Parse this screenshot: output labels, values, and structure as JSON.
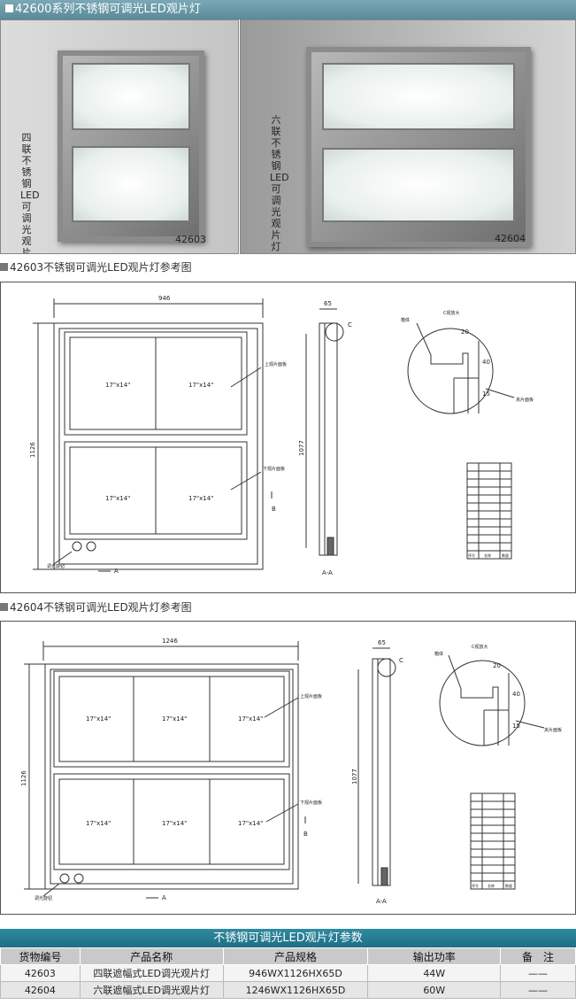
{
  "header": {
    "title": "42600系列不锈钢可调光LED观片灯"
  },
  "photos": [
    {
      "model": "42603",
      "caption": "四联不锈钢LED可调光观片灯"
    },
    {
      "model": "42604",
      "caption": "六联不锈钢LED可调光观片灯"
    }
  ],
  "drawings": [
    {
      "title": "42603不锈钢可调光LED观片灯参考图",
      "width_dim": "946",
      "height_dim": "1126",
      "depth_dim": "65",
      "inner_height_dim": "1077",
      "film_size": "17\"x14\"",
      "section_label": "A-A",
      "view_a": "A",
      "view_b": "B",
      "detail_c": "C",
      "detail_dim_top": "20",
      "detail_dim_mid": "40",
      "detail_dim_low": "15",
      "label_upper_panel": "上观片面板",
      "label_lower_panel": "下观片面板",
      "label_dimmer": "调光旋钮",
      "label_housing": "箱体",
      "label_detail": "C视放大",
      "label_film_clip": "夹片面板",
      "bom_headers": [
        "序号",
        "名称",
        "数量"
      ]
    },
    {
      "title": "42604不锈钢可调光LED观片灯参考图",
      "width_dim": "1246",
      "height_dim": "1126",
      "depth_dim": "65",
      "inner_height_dim": "1077",
      "film_size": "17\"x14\"",
      "section_label": "A-A",
      "view_a": "A",
      "view_b": "B",
      "detail_c": "C",
      "detail_dim_top": "20",
      "detail_dim_mid": "40",
      "detail_dim_low": "15",
      "label_upper_panel": "上观片面板",
      "label_lower_panel": "下观片面板",
      "label_dimmer": "调光旋钮",
      "label_housing": "箱体",
      "label_detail": "C视放大",
      "label_film_clip": "夹片面板",
      "bom_headers": [
        "序号",
        "名称",
        "数量"
      ]
    }
  ],
  "params": {
    "caption": "不锈钢可调光LED观片灯参数",
    "headers": [
      "货物编号",
      "产品名称",
      "产品规格",
      "输出功率",
      "备　注"
    ],
    "rows": [
      [
        "42603",
        "四联遮幅式LED调光观片灯",
        "946WX1126HX65D",
        "44W",
        "——"
      ],
      [
        "42604",
        "六联遮幅式LED调光观片灯",
        "1246WX1126HX65D",
        "60W",
        "——"
      ]
    ]
  }
}
